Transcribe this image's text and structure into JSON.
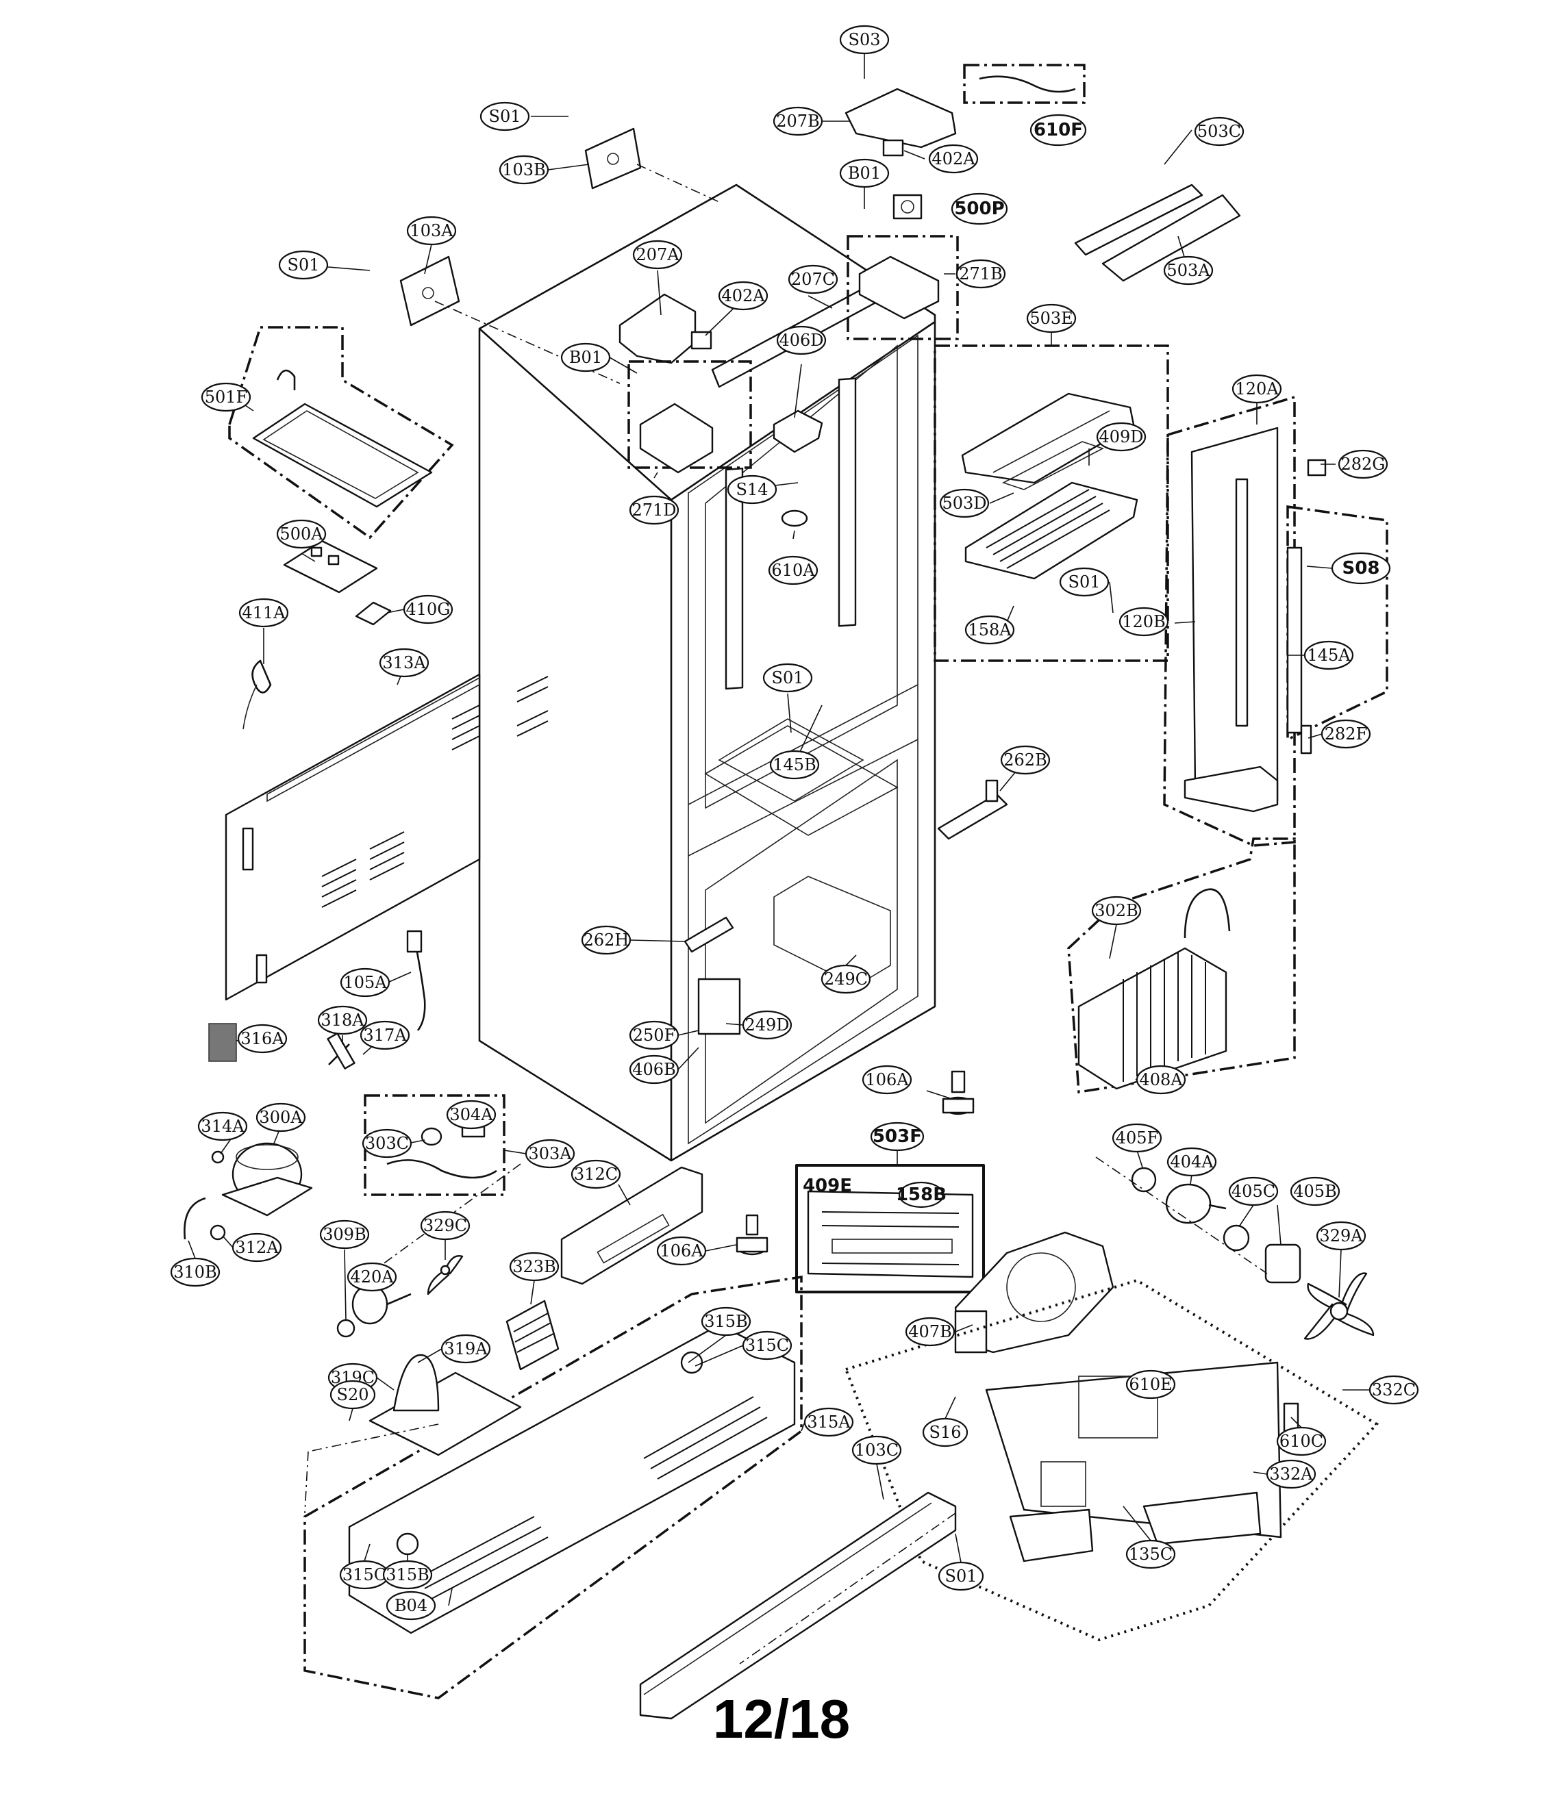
{
  "page_number": "12/18",
  "callouts": [
    "S03",
    "610F",
    "S01",
    "207B",
    "402A",
    "103B",
    "B01",
    "500P",
    "503C",
    "103A",
    "S01",
    "207A",
    "402A",
    "207C",
    "271B",
    "503A",
    "406D",
    "503E",
    "B01",
    "501F",
    "409D",
    "120A",
    "282G",
    "271D",
    "S14",
    "503D",
    "S08",
    "610A",
    "158A",
    "S01",
    "120B",
    "500A",
    "145A",
    "411A",
    "410G",
    "313A",
    "S01",
    "145B",
    "282F",
    "262B",
    "302B",
    "262H",
    "249C",
    "105A",
    "249D",
    "250F",
    "318A",
    "406B",
    "316A",
    "317A",
    "408A",
    "106A",
    "503F",
    "314A",
    "300A",
    "304A",
    "303C",
    "303A",
    "405F",
    "404A",
    "312C",
    "409E",
    "158B",
    "405C",
    "405B",
    "106A",
    "309B",
    "329C",
    "329A",
    "312A",
    "310B",
    "420A",
    "323B",
    "407B",
    "315B",
    "315C",
    "319A",
    "610E",
    "319C",
    "332C",
    "S20",
    "315A",
    "S16",
    "610C",
    "332A",
    "103C",
    "315C",
    "315B",
    "S01",
    "135C",
    "B04"
  ]
}
